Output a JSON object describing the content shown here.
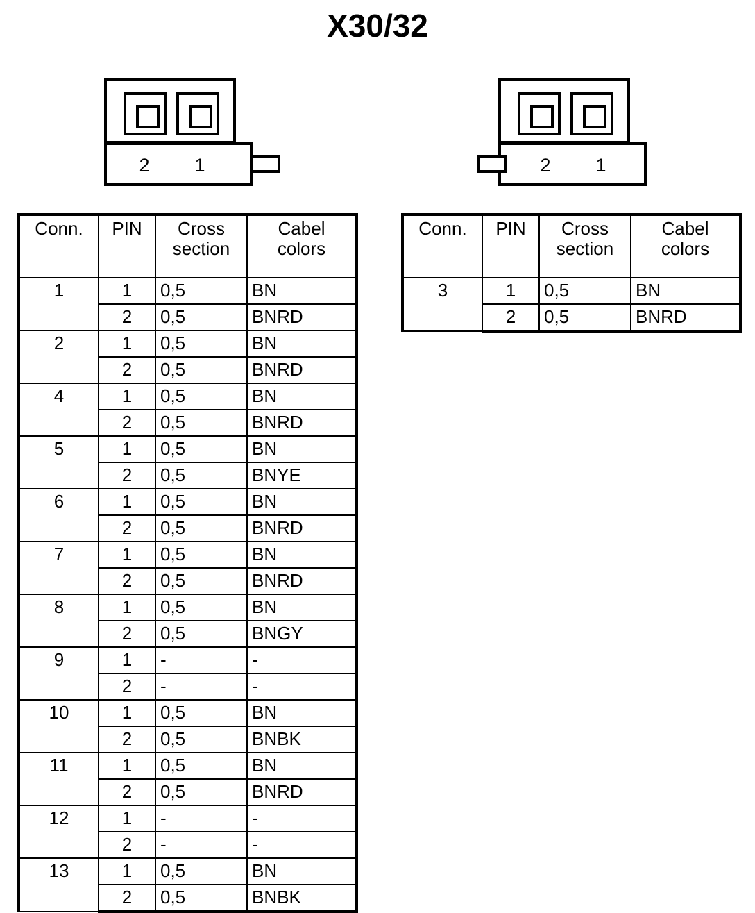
{
  "page": {
    "title": "X30/32"
  },
  "connectors": [
    {
      "name": "connector-left",
      "tab_side": "right",
      "pin_labels": [
        "2",
        "1"
      ]
    },
    {
      "name": "connector-right",
      "tab_side": "left",
      "pin_labels": [
        "2",
        "1"
      ]
    }
  ],
  "tables": [
    {
      "name": "wire-table-left",
      "headers": {
        "conn": "Conn.",
        "pin": "PIN",
        "cross_line1": "Cross",
        "cross_line2": "section",
        "color_line1": "Cabel",
        "color_line2": "colors"
      },
      "groups": [
        {
          "conn": "1",
          "rows": [
            {
              "pin": "1",
              "cross": "0,5",
              "color": "BN"
            },
            {
              "pin": "2",
              "cross": "0,5",
              "color": "BNRD"
            }
          ]
        },
        {
          "conn": "2",
          "rows": [
            {
              "pin": "1",
              "cross": "0,5",
              "color": "BN"
            },
            {
              "pin": "2",
              "cross": "0,5",
              "color": "BNRD"
            }
          ]
        },
        {
          "conn": "4",
          "rows": [
            {
              "pin": "1",
              "cross": "0,5",
              "color": "BN"
            },
            {
              "pin": "2",
              "cross": "0,5",
              "color": "BNRD"
            }
          ]
        },
        {
          "conn": "5",
          "rows": [
            {
              "pin": "1",
              "cross": "0,5",
              "color": "BN"
            },
            {
              "pin": "2",
              "cross": "0,5",
              "color": "BNYE"
            }
          ]
        },
        {
          "conn": "6",
          "rows": [
            {
              "pin": "1",
              "cross": "0,5",
              "color": "BN"
            },
            {
              "pin": "2",
              "cross": "0,5",
              "color": "BNRD"
            }
          ]
        },
        {
          "conn": "7",
          "rows": [
            {
              "pin": "1",
              "cross": "0,5",
              "color": "BN"
            },
            {
              "pin": "2",
              "cross": "0,5",
              "color": "BNRD"
            }
          ]
        },
        {
          "conn": "8",
          "rows": [
            {
              "pin": "1",
              "cross": "0,5",
              "color": "BN"
            },
            {
              "pin": "2",
              "cross": "0,5",
              "color": "BNGY"
            }
          ]
        },
        {
          "conn": "9",
          "rows": [
            {
              "pin": "1",
              "cross": "-",
              "color": "-"
            },
            {
              "pin": "2",
              "cross": "-",
              "color": "-"
            }
          ]
        },
        {
          "conn": "10",
          "rows": [
            {
              "pin": "1",
              "cross": "0,5",
              "color": "BN"
            },
            {
              "pin": "2",
              "cross": "0,5",
              "color": "BNBK"
            }
          ]
        },
        {
          "conn": "11",
          "rows": [
            {
              "pin": "1",
              "cross": "0,5",
              "color": "BN"
            },
            {
              "pin": "2",
              "cross": "0,5",
              "color": "BNRD"
            }
          ]
        },
        {
          "conn": "12",
          "rows": [
            {
              "pin": "1",
              "cross": "-",
              "color": "-"
            },
            {
              "pin": "2",
              "cross": "-",
              "color": "-"
            }
          ]
        },
        {
          "conn": "13",
          "rows": [
            {
              "pin": "1",
              "cross": "0,5",
              "color": "BN"
            },
            {
              "pin": "2",
              "cross": "0,5",
              "color": "BNBK"
            }
          ]
        }
      ]
    },
    {
      "name": "wire-table-right",
      "headers": {
        "conn": "Conn.",
        "pin": "PIN",
        "cross_line1": "Cross",
        "cross_line2": "section",
        "color_line1": "Cabel",
        "color_line2": "colors"
      },
      "groups": [
        {
          "conn": "3",
          "rows": [
            {
              "pin": "1",
              "cross": "0,5",
              "color": "BN"
            },
            {
              "pin": "2",
              "cross": "0,5",
              "color": "BNRD"
            }
          ]
        }
      ]
    }
  ]
}
